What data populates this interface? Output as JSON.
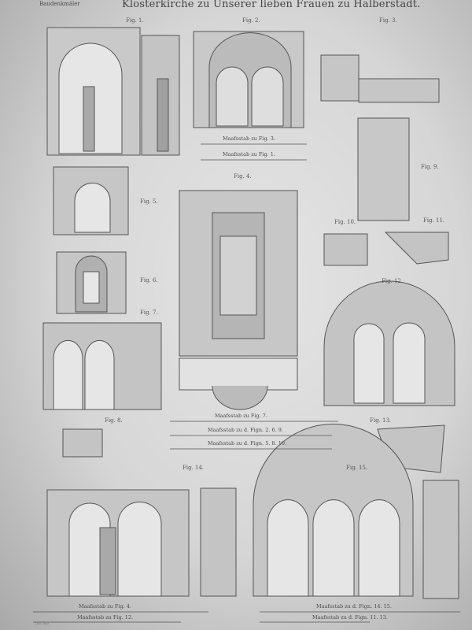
{
  "header": {
    "series": "Baudenkmäler",
    "title": "Klosterkirche zu Unserer lieben Frauen zu Halberstadt."
  },
  "figures": [
    "Fig. 1.",
    "Fig. 2.",
    "Fig. 3.",
    "Fig. 4.",
    "Fig. 5.",
    "Fig. 6.",
    "Fig. 7.",
    "Fig. 8.",
    "Fig. 9.",
    "Fig. 10.",
    "Fig. 11.",
    "Fig. 12.",
    "Fig. 13.",
    "Fig. 14.",
    "Fig. 15."
  ],
  "scales": {
    "fig3": "Maafsstab zu Fig. 3.",
    "fig1": "Maafsstab zu Fig. 1.",
    "fig7": "Maafsstab zu Fig. 7.",
    "figs269": "Maafsstab zu d. Fign. 2. 6. 9.",
    "figs5810": "Maafsstab zu d. Fign. 5. 8. 10.",
    "fig4": "Maafsstab zu Fig. 4.",
    "fig12": "Maafsstab zu Fig. 12.",
    "figs1415": "Maafsstab zu d. Fign. 14. 15.",
    "figs1113": "Maafsstab zu d. Fign. 11. 13."
  },
  "imprint": "Lith. Anst."
}
